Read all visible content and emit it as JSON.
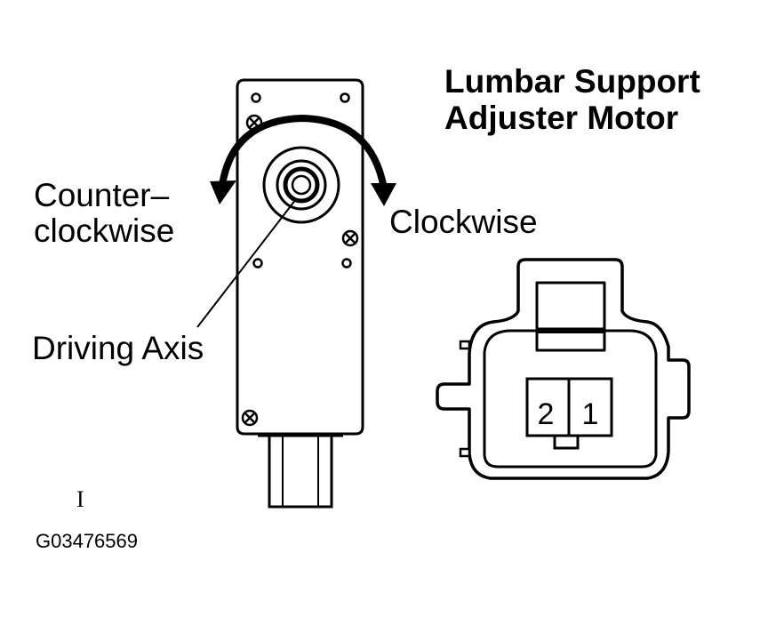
{
  "title": {
    "line1": "Lumbar Support",
    "line2": "Adjuster Motor"
  },
  "labels": {
    "counterclockwise_line1": "Counter–",
    "counterclockwise_line2": "clockwise",
    "clockwise": "Clockwise",
    "driving_axis": "Driving Axis"
  },
  "connector": {
    "terminal_2": "2",
    "terminal_1": "1"
  },
  "figure_id": "G03476569",
  "margin_mark": "I",
  "colors": {
    "line": "#000000",
    "background": "#ffffff"
  }
}
